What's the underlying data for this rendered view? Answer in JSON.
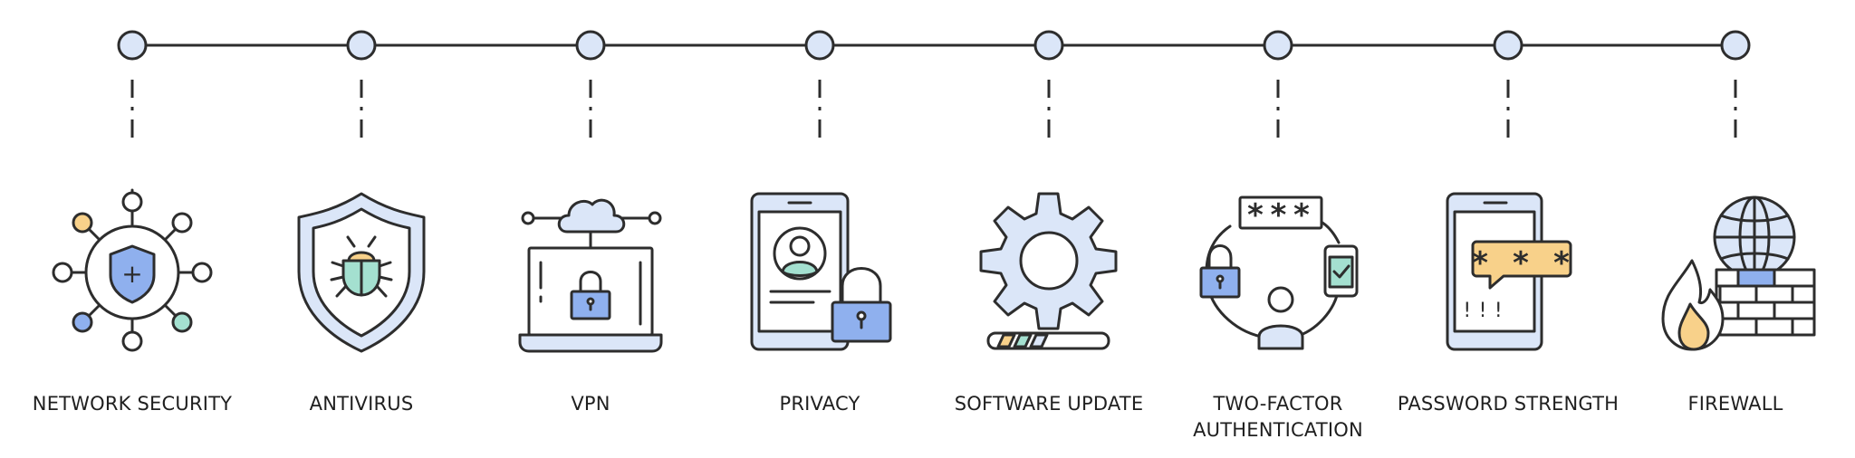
{
  "colors": {
    "stroke": "#2d2d2d",
    "light_blue": "#dbe6f8",
    "blue": "#8fb0ee",
    "orange": "#f8d18a",
    "mint": "#a4e0d0"
  },
  "steps": [
    {
      "id": "network-security",
      "label_lines": [
        "NETWORK SECURITY"
      ],
      "icon": "network-security-icon"
    },
    {
      "id": "antivirus",
      "label_lines": [
        "ANTIVIRUS"
      ],
      "icon": "antivirus-shield-icon"
    },
    {
      "id": "vpn",
      "label_lines": [
        "VPN"
      ],
      "icon": "vpn-laptop-icon"
    },
    {
      "id": "privacy",
      "label_lines": [
        "PRIVACY"
      ],
      "icon": "privacy-phone-lock-icon"
    },
    {
      "id": "software-update",
      "label_lines": [
        "SOFTWARE UPDATE"
      ],
      "icon": "software-update-gear-icon"
    },
    {
      "id": "two-factor-authentication",
      "label_lines": [
        "TWO-FACTOR",
        "AUTHENTICATION"
      ],
      "icon": "two-factor-icon"
    },
    {
      "id": "password-strength",
      "label_lines": [
        "PASSWORD STRENGTH"
      ],
      "icon": "password-strength-icon"
    },
    {
      "id": "firewall",
      "label_lines": [
        "FIREWALL"
      ],
      "icon": "firewall-icon"
    }
  ],
  "glyphs": {
    "plus": "+",
    "password_mask": "***",
    "password_mask_spaced": "* * *",
    "pin_dots": "!!!"
  }
}
